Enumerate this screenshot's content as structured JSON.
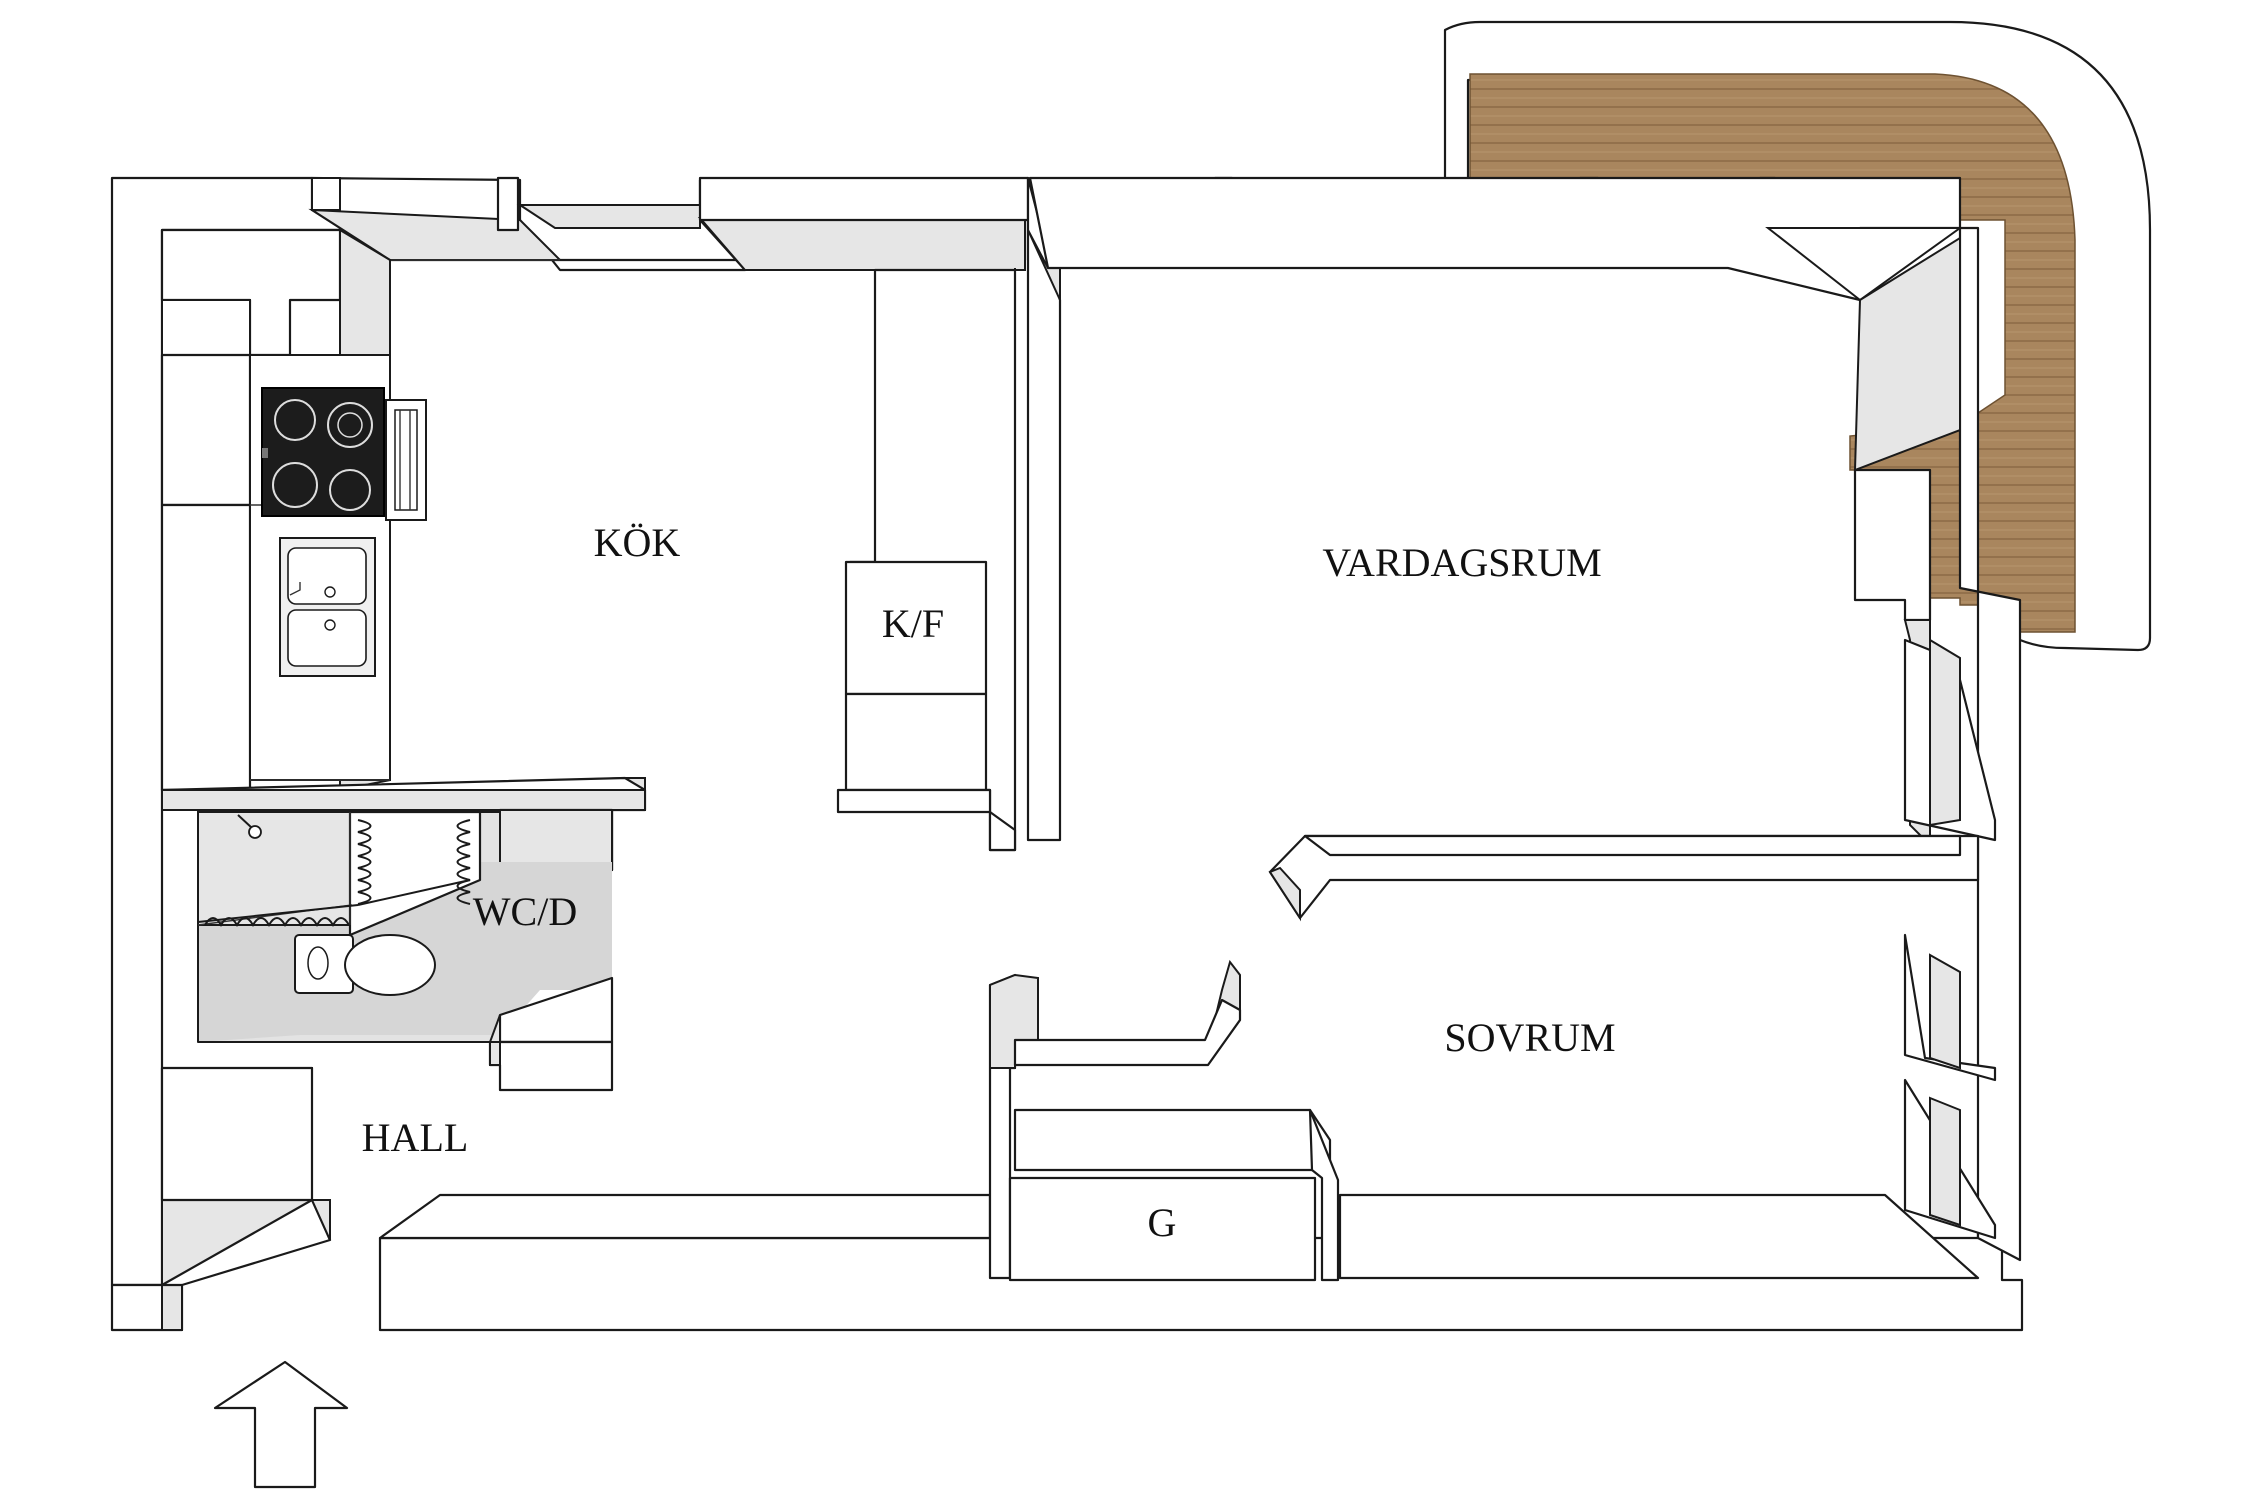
{
  "rooms": {
    "kok": "KÖK",
    "kf": "K/F",
    "vardagsrum": "VARDAGSRUM",
    "wcd": "WC/D",
    "hall": "HALL",
    "sovrum": "SOVRUM",
    "g": "G"
  },
  "colors": {
    "wall_fill": "#ffffff",
    "wall_stroke": "#1a1a1a",
    "shaded_surface": "#e6e6e6",
    "wc_floor": "#d6d6d6",
    "balcony_deck": "#a9865e",
    "deck_line": "#8c6a45",
    "cooktop": "#1c1c1c"
  },
  "icons": {
    "entrance": "entrance-arrow-icon",
    "stove": "cooktop-icon",
    "sink": "double-sink-icon",
    "toilet": "toilet-icon",
    "shower": "shower-head-icon"
  }
}
